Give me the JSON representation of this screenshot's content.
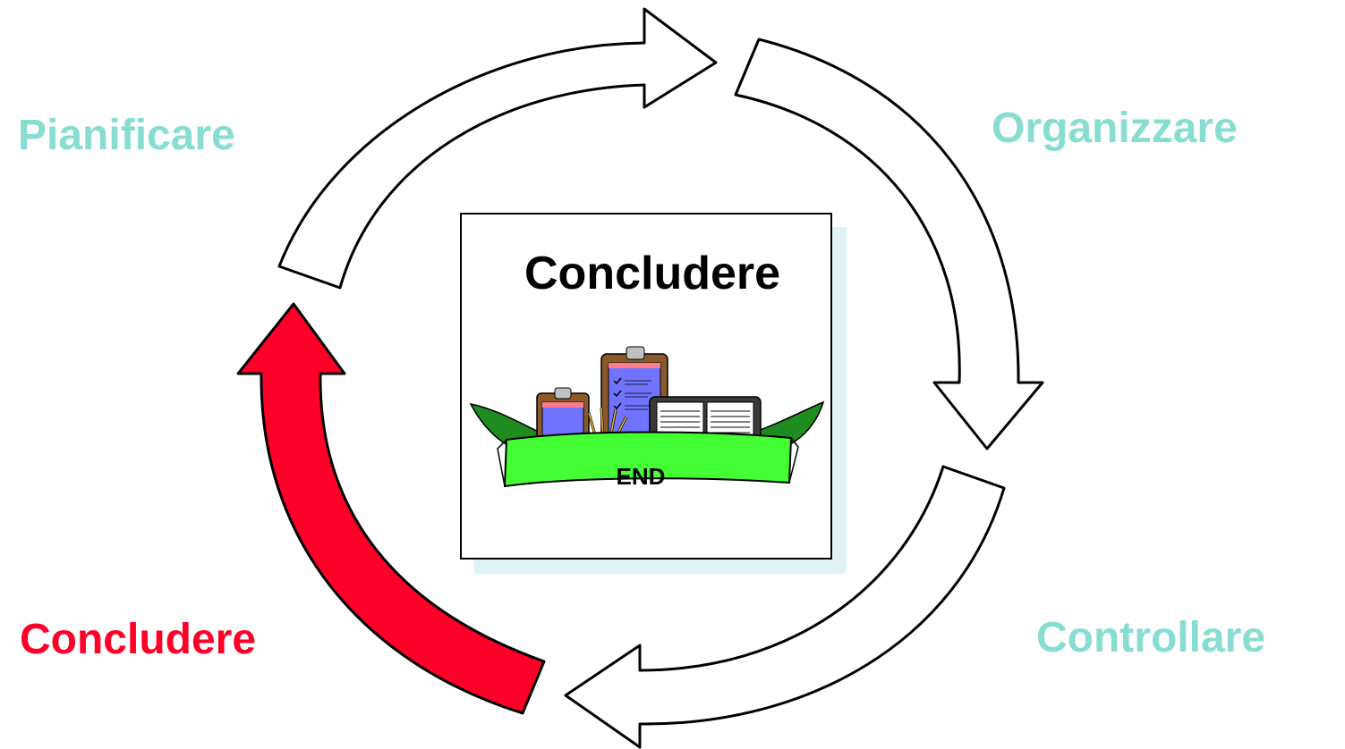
{
  "phases": {
    "plan": {
      "label": "Pianificare",
      "color": "#88ddd3"
    },
    "organize": {
      "label": "Organizzare",
      "color": "#88ddd3"
    },
    "control": {
      "label": "Controllare",
      "color": "#88ddd3"
    },
    "close": {
      "label": "Concludere",
      "color": "#ff0028",
      "active": true
    }
  },
  "center": {
    "title": "Concludere",
    "banner_text": "END"
  },
  "colors": {
    "active_arrow": "#ff0028",
    "inactive_arrow": "#ffffff",
    "outline": "#000000",
    "banner_green": "#44ff33",
    "leaf_green": "#1e8c1e",
    "clipboard_blue": "#6f73ff"
  }
}
